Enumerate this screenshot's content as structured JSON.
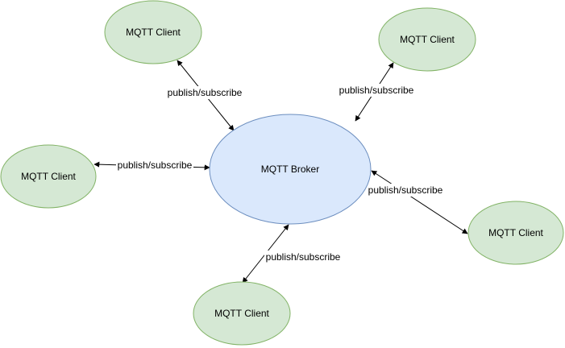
{
  "diagram": {
    "broker": {
      "label": "MQTT Broker"
    },
    "clients": [
      {
        "label": "MQTT Client"
      },
      {
        "label": "MQTT Client"
      },
      {
        "label": "MQTT Client"
      },
      {
        "label": "MQTT Client"
      },
      {
        "label": "MQTT Client"
      }
    ],
    "edges": [
      {
        "label": "publish/subscribe"
      },
      {
        "label": "publish/subscribe"
      },
      {
        "label": "publish/subscribe"
      },
      {
        "label": "publish/subscribe"
      },
      {
        "label": "publish/subscribe"
      }
    ]
  },
  "colors": {
    "client_fill": "#d5e8d4",
    "client_stroke": "#82b366",
    "broker_fill": "#dae8fc",
    "broker_stroke": "#6c8ebf",
    "edge": "#000000"
  }
}
